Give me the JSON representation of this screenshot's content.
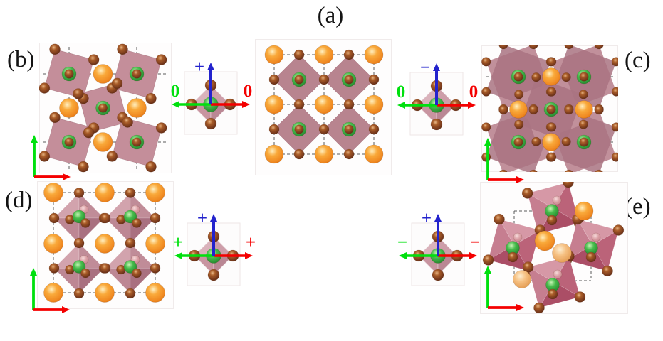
{
  "figure": {
    "background": "#ffffff",
    "panels": [
      {
        "id": "a",
        "label": "(a)",
        "structure": "undistorted-perovskite"
      },
      {
        "id": "b",
        "label": "(b)",
        "structure": "in-phase-octahedral-rotation"
      },
      {
        "id": "c",
        "label": "(c)",
        "structure": "anti-phase-octahedral-rotation"
      },
      {
        "id": "d",
        "label": "(d)",
        "structure": "tilt-with-cation-displacement"
      },
      {
        "id": "e",
        "label": "(e)",
        "structure": "rotation-with-cation-displacement"
      }
    ],
    "mode_icons": [
      {
        "id": "b",
        "blue_sign": "+",
        "green_sign": "0",
        "red_sign": "0"
      },
      {
        "id": "c",
        "blue_sign": "−",
        "green_sign": "0",
        "red_sign": "0"
      },
      {
        "id": "d",
        "blue_sign": "+",
        "green_sign": "+",
        "red_sign": "+"
      },
      {
        "id": "e",
        "blue_sign": "+",
        "green_sign": "−",
        "red_sign": "−"
      }
    ],
    "colors": {
      "octahedron_mauve": "#c48e9a",
      "octahedron_flat": "#b8848f",
      "octahedron_deep": "#ab4e66",
      "orange_atom": "#f08a22",
      "orange_atom_pale": "#f2b36e",
      "brown_atom": "#7a3b1d",
      "green_atom": "#35b23e",
      "axis_green": "#00e00e",
      "axis_red": "#f40000",
      "axis_blue": "#2323cd",
      "dashed": "#5a5a5a"
    }
  }
}
